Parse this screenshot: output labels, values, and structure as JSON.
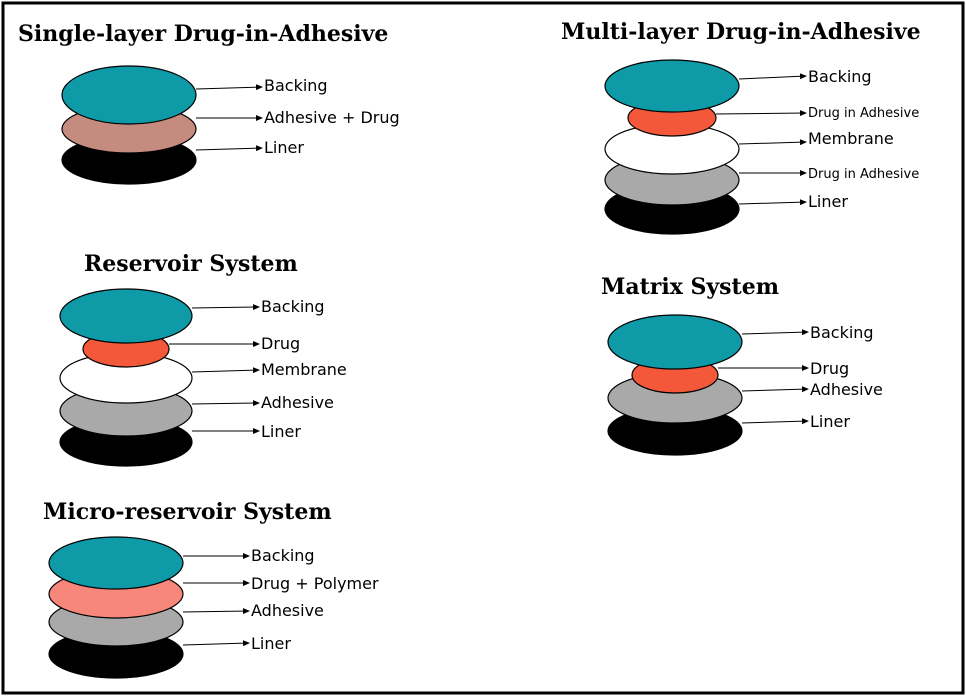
{
  "diagrams": {
    "single_layer": {
      "title": "Single-layer Drug-in-Adhesive",
      "labels": [
        "Backing",
        "Adhesive + Drug",
        "Liner"
      ]
    },
    "multi_layer": {
      "title": "Multi-layer Drug-in-Adhesive",
      "labels": [
        "Backing",
        "Drug in Adhesive",
        "Membrane",
        "Drug in Adhesive",
        "Liner"
      ]
    },
    "reservoir": {
      "title": "Reservoir System",
      "labels": [
        "Backing",
        "Drug",
        "Membrane",
        "Adhesive",
        "Liner"
      ]
    },
    "matrix": {
      "title": "Matrix System",
      "labels": [
        "Backing",
        "Drug",
        "Adhesive",
        "Liner"
      ]
    },
    "micro_reservoir": {
      "title": "Micro-reservoir System",
      "labels": [
        "Backing",
        "Drug + Polymer",
        "Adhesive",
        "Liner"
      ]
    }
  },
  "colors": {
    "backing": "#0e9aa6",
    "adhesive_drug": "#c58b7e",
    "drug": "#f4583a",
    "drug_polymer": "#f7877a",
    "membrane": "#ffffff",
    "adhesive": "#a9a9a9",
    "liner": "#000000"
  }
}
